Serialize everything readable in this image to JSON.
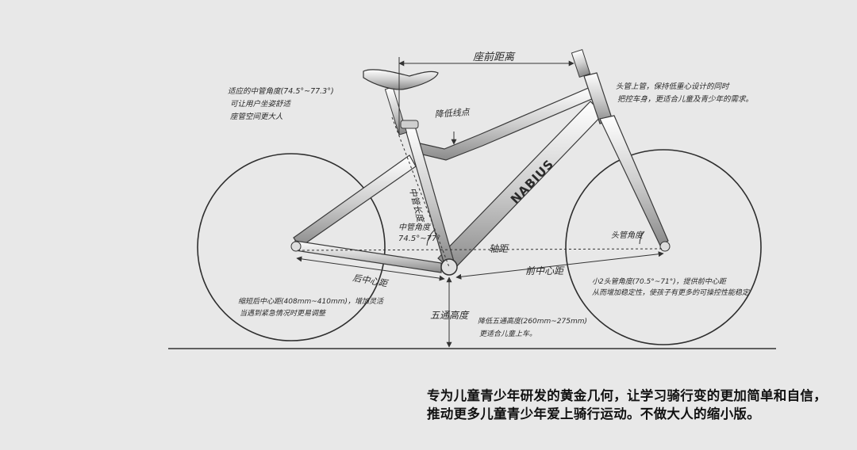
{
  "brand": "NABIUS",
  "caption": "专为儿童青少年研发的黄金几何，让学习骑行变的更加简单和自信，推动更多儿童青少年爱上骑行运动。不做大人的缩小版。",
  "annotations": {
    "seat_angle_note": [
      "适应的中管角度(74.5°~77.3°)",
      "可让用户坐姿舒适",
      "座管空间更大人"
    ],
    "reach_label": "座前距离",
    "top_tube_label": "降低线点",
    "seat_tube_label": "中管长度",
    "seat_angle_label": [
      "中管角度",
      "74.5°~77°"
    ],
    "head_note": [
      "头管上管，保持低重心设计的同时",
      "把控车身，更适合儿童及青少年的需求。"
    ],
    "chainstay_label": "后中心距",
    "wheelbase_label": "轴距",
    "front_center_label": "前中心距",
    "head_angle_label": "头管角度",
    "front_note": [
      "小2头管角度(70.5°~71°)，提供前中心距",
      "从而增加稳定性，使孩子有更多的可操控性能稳定"
    ],
    "rear_note": [
      "缩短后中心距(408mm~410mm)，增加灵活",
      "当遇到紧急情况时更易调整"
    ],
    "bb_label": "五通高度",
    "bb_note": [
      "降低五通高度(260mm~275mm)",
      "更适合儿童上车。"
    ]
  }
}
